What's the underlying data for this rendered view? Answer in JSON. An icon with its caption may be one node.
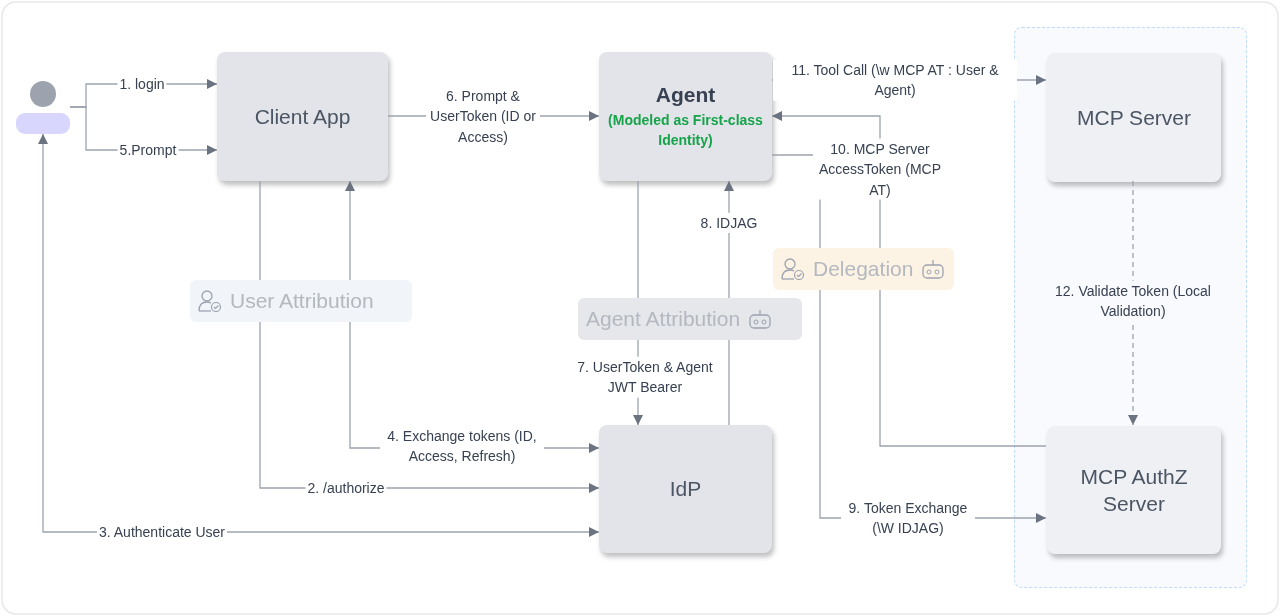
{
  "diagram": {
    "nodes": [
      {
        "text": [],
        "shape": "person"
      },
      {
        "text": [
          "Client App"
        ]
      },
      {
        "text": [
          "Agent",
          "(Modeled as First-class Identity)"
        ]
      },
      {
        "text": [],
        "shape": "box"
      },
      {
        "text": [
          "MCP Server"
        ],
        "in": 3
      },
      {
        "text": [
          "IdP"
        ]
      },
      {
        "text": [
          "MCP AuthZ Server"
        ],
        "in": 3
      }
    ],
    "edges": [
      {
        "from": 0,
        "to": 1,
        "arrow": "to",
        "label": "1. login"
      },
      {
        "from": 0,
        "to": 1,
        "arrow": "to",
        "label": "5.Prompt"
      },
      {
        "from": 1,
        "to": 5,
        "arrow": "to",
        "label": "2. /authorize"
      },
      {
        "from": 5,
        "to": 0,
        "arrow": "both",
        "label": "3. Authenticate User"
      },
      {
        "from": 1,
        "to": 5,
        "arrow": "both",
        "label": "4. Exchange tokens (ID, Access, Refresh)"
      },
      {
        "from": 1,
        "to": 2,
        "arrow": "to",
        "label": "6. Prompt & UserToken (ID or Access)"
      },
      {
        "from": 2,
        "to": 5,
        "arrow": "to",
        "label": "7. UserToken & Agent JWT Bearer"
      },
      {
        "from": 5,
        "to": 2,
        "arrow": "to",
        "label": "8. IDJAG"
      },
      {
        "from": 2,
        "to": 6,
        "arrow": "to",
        "label": "9. Token Exchange (\\W IDJAG)"
      },
      {
        "from": 6,
        "to": 2,
        "arrow": "to",
        "label": "10. MCP Server AccessToken (MCP AT)"
      },
      {
        "from": 2,
        "to": 4,
        "arrow": "to",
        "label": "11. Tool Call (\\w MCP AT : User & Agent)"
      },
      {
        "from": 4,
        "to": 6,
        "arrow": "to",
        "label": "12. Validate Token (Local Validation)",
        "style": "dashed"
      }
    ],
    "labels": [
      "User Attribution",
      "Agent Attribution",
      "Delegation"
    ]
  }
}
